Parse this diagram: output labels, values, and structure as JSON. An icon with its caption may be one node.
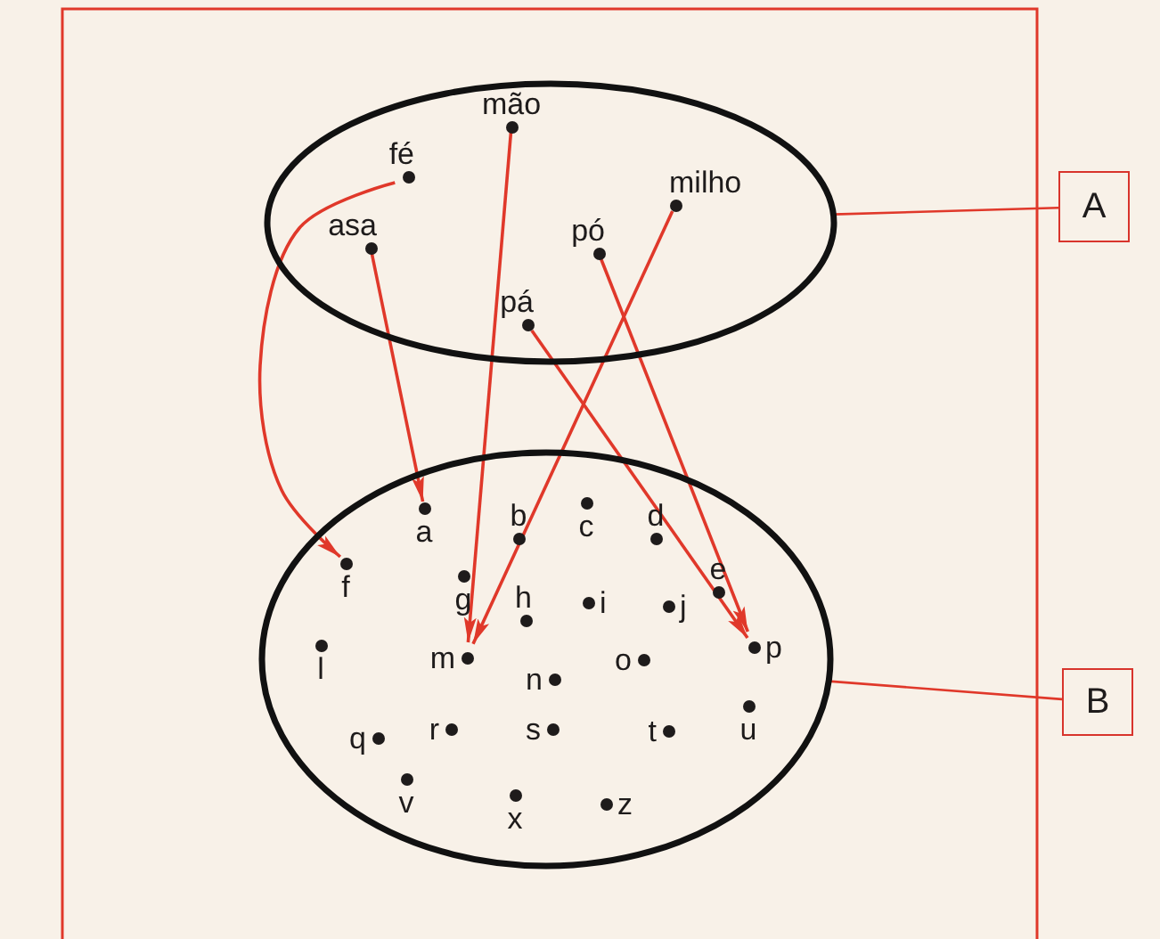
{
  "diagram": {
    "nodes": [
      {
        "text": [],
        "shape": "ellipse"
      },
      {
        "text": [
          "mão"
        ],
        "in": 0
      },
      {
        "text": [
          "fé"
        ],
        "in": 0
      },
      {
        "text": [
          "milho"
        ],
        "in": 0
      },
      {
        "text": [
          "asa"
        ],
        "in": 0
      },
      {
        "text": [
          "pó"
        ],
        "in": 0
      },
      {
        "text": [
          "pá"
        ],
        "in": 0
      },
      {
        "text": [],
        "shape": "ellipse"
      },
      {
        "text": [
          "a"
        ],
        "in": 7
      },
      {
        "text": [
          "b"
        ],
        "in": 7
      },
      {
        "text": [
          "c"
        ],
        "in": 7
      },
      {
        "text": [
          "d"
        ],
        "in": 7
      },
      {
        "text": [
          "e"
        ],
        "in": 7
      },
      {
        "text": [
          "f"
        ],
        "in": 7
      },
      {
        "text": [
          "g"
        ],
        "in": 7
      },
      {
        "text": [
          "h"
        ],
        "in": 7
      },
      {
        "text": [
          "i"
        ],
        "in": 7
      },
      {
        "text": [
          "j"
        ],
        "in": 7
      },
      {
        "text": [
          "l"
        ],
        "in": 7
      },
      {
        "text": [
          "m"
        ],
        "in": 7
      },
      {
        "text": [
          "n"
        ],
        "in": 7
      },
      {
        "text": [
          "o"
        ],
        "in": 7
      },
      {
        "text": [
          "p"
        ],
        "in": 7
      },
      {
        "text": [
          "q"
        ],
        "in": 7
      },
      {
        "text": [
          "r"
        ],
        "in": 7
      },
      {
        "text": [
          "s"
        ],
        "in": 7
      },
      {
        "text": [
          "t"
        ],
        "in": 7
      },
      {
        "text": [
          "u"
        ],
        "in": 7
      },
      {
        "text": [
          "v"
        ],
        "in": 7
      },
      {
        "text": [
          "x"
        ],
        "in": 7
      },
      {
        "text": [
          "z"
        ],
        "in": 7
      },
      {
        "text": [
          "A"
        ]
      },
      {
        "text": [
          "B"
        ]
      }
    ],
    "edges": [
      {
        "from": 2,
        "to": 13,
        "arrow": "to"
      },
      {
        "from": 4,
        "to": 8,
        "arrow": "to"
      },
      {
        "from": 1,
        "to": 19,
        "arrow": "to"
      },
      {
        "from": 3,
        "to": 19,
        "arrow": "to"
      },
      {
        "from": 6,
        "to": 22,
        "arrow": "to"
      },
      {
        "from": 5,
        "to": 22,
        "arrow": "to"
      },
      {
        "from": 31,
        "to": 0,
        "arrow": "none"
      },
      {
        "from": 32,
        "to": 7,
        "arrow": "none"
      }
    ]
  }
}
